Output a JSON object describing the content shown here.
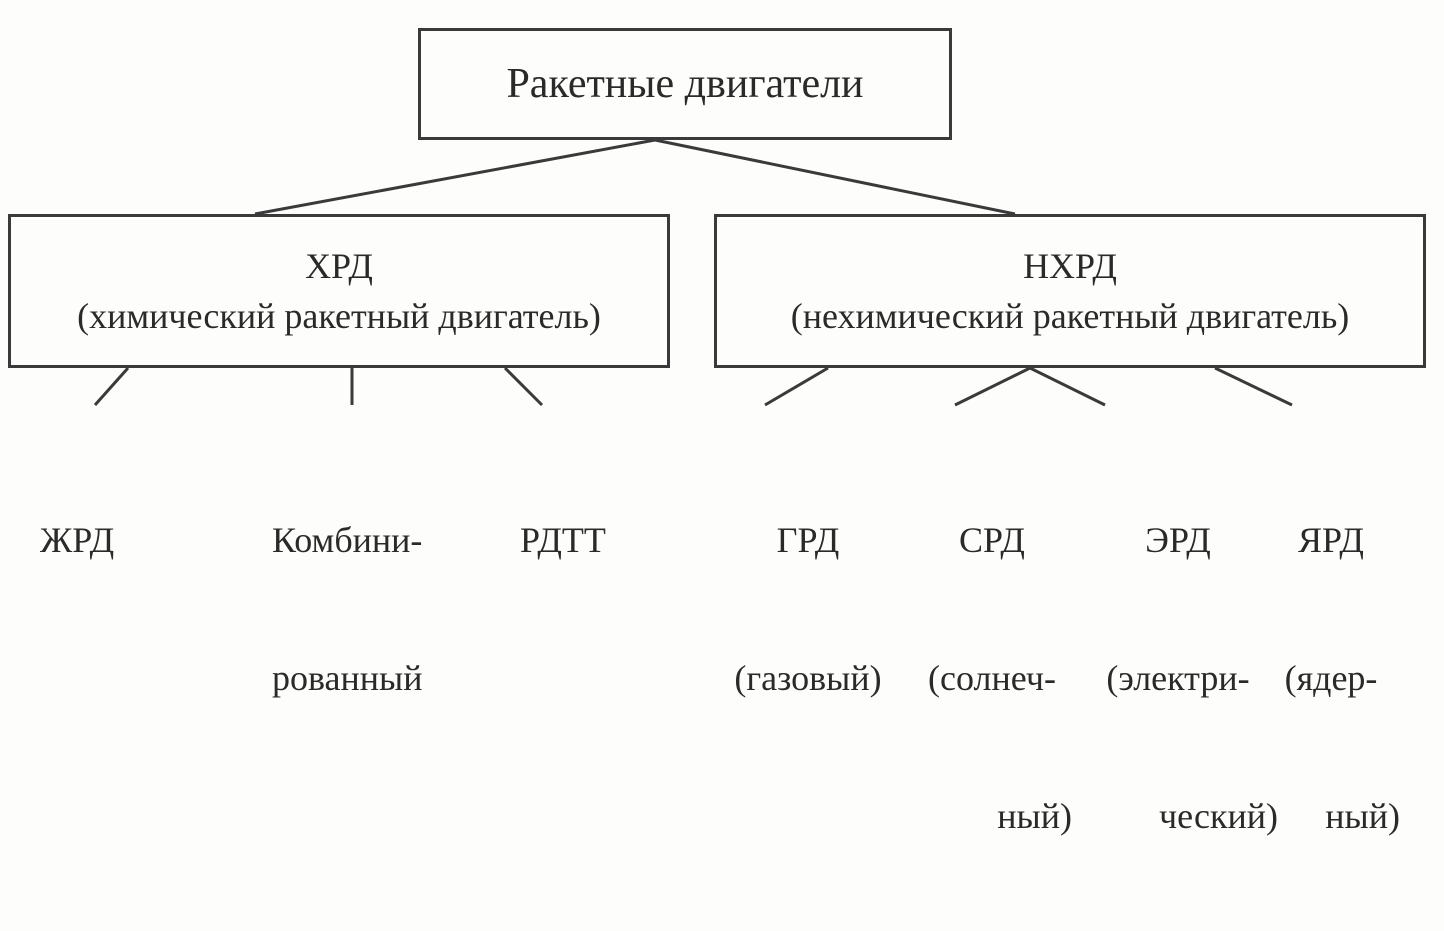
{
  "root": {
    "label": "Ракетные двигатели"
  },
  "chemical": {
    "abbr": "ХРД",
    "full": "(химический ракетный двигатель)"
  },
  "nonchemical": {
    "abbr": "НХРД",
    "full": "(нехимический ракетный двигатель)"
  },
  "chemical_types": [
    {
      "abbr": "ЖРД",
      "lines": []
    },
    {
      "abbr": "Комбини-",
      "lines": [
        "рованный"
      ]
    },
    {
      "abbr": "РДТТ",
      "lines": []
    }
  ],
  "nonchemical_types": [
    {
      "abbr": "ГРД",
      "lines": [
        "(газовый)"
      ]
    },
    {
      "abbr": "СРД",
      "lines": [
        "(солнеч-",
        "ный)"
      ]
    },
    {
      "abbr": "ЭРД",
      "lines": [
        "(электри-",
        "ческий)"
      ]
    },
    {
      "abbr": "ЯРД",
      "lines": [
        "(ядер-",
        "ный)"
      ]
    }
  ],
  "colors": {
    "ink": "#2a2a2a",
    "paper": "#fdfdfb"
  }
}
